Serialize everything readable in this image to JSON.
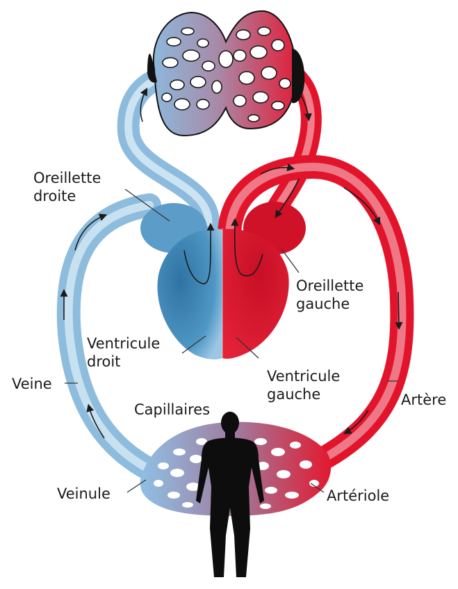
{
  "labels": {
    "oreillette_droite": [
      "Oreillette",
      "droite"
    ],
    "oreillette_gauche": [
      "Oreillette",
      "gauche"
    ],
    "ventricule_droit": [
      "Ventricule",
      "droit"
    ],
    "ventricule_gauche": [
      "Ventricule",
      "gauche"
    ],
    "veine": "Veine",
    "artere": "Artère",
    "capillaires": "Capillaires",
    "veinule": "Veinule",
    "arteriole": "Artériole"
  },
  "colors": {
    "venous_blue": "#7fb3d8",
    "venous_light": "#cfe4f3",
    "heart_blue": "#3f86b3",
    "arterial_red": "#e3152f",
    "arterial_light": "#f08a95",
    "heart_red": "#d4112b",
    "mix_purple": "#a886a6",
    "silhouette": "#0d0d0d"
  }
}
